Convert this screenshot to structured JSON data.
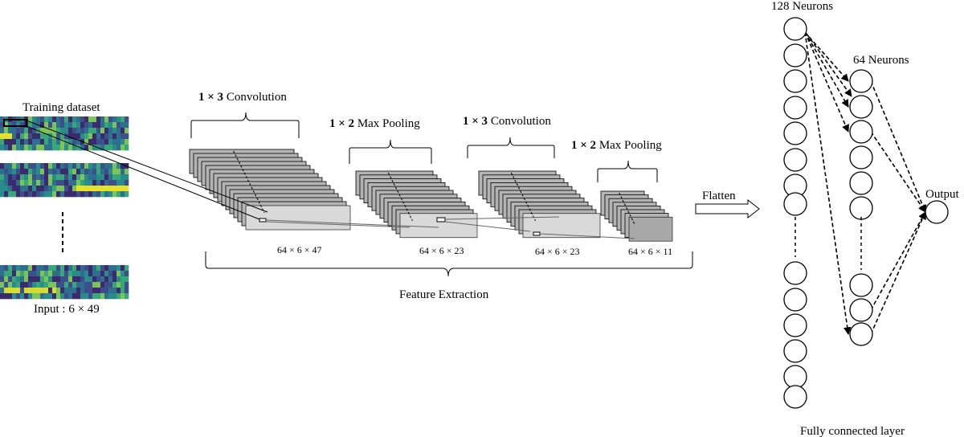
{
  "input": {
    "title": "Training dataset",
    "label": "Input : 6 × 49"
  },
  "stages": [
    {
      "op_prefix": "1 × 3",
      "op_name": " Convolution",
      "dims": "64 × 6 × 47"
    },
    {
      "op_prefix": "1 × 2",
      "op_name": " Max Pooling",
      "dims": "64 × 6 × 23"
    },
    {
      "op_prefix": "1 × 3",
      "op_name": " Convolution",
      "dims": "64 × 6 × 23"
    },
    {
      "op_prefix": "1 × 2",
      "op_name": " Max Pooling",
      "dims": "64 × 6 × 11"
    }
  ],
  "feature_extraction_label": "Feature Extraction",
  "flatten_label": "Flatten",
  "layer1_label": "128 Neurons",
  "layer2_label": "64 Neurons",
  "output_label": "Output",
  "fc_label": "Fully connected layer",
  "colors": {
    "stroke": "#000000",
    "feature_map_fill": "#b4b4b4",
    "feature_map_front": "#d8d8d8",
    "heatmap_low": "#3b2a6e",
    "heatmap_mid": "#2a8c8a",
    "heatmap_high": "#e6e12a"
  }
}
